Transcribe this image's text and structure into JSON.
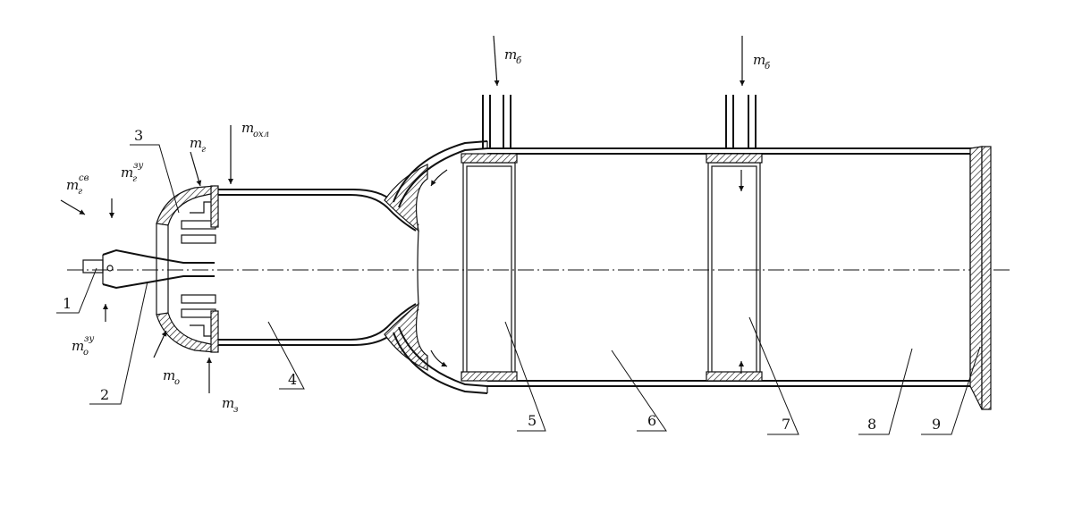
{
  "part_labels": {
    "p1": "1",
    "p2": "2",
    "p3": "3",
    "p4": "4",
    "p5": "5",
    "p6": "6",
    "p7": "7",
    "p8": "8",
    "p9": "9"
  },
  "flows": {
    "fuel_main": "m",
    "fuel_main_sub": "г",
    "fuel_sv": "m",
    "fuel_sv_sub": "г",
    "fuel_sv_sup": "св",
    "fuel_zu": "m",
    "fuel_zu_sub": "г",
    "fuel_zu_sup": "зу",
    "ox_zu": "m",
    "ox_zu_sub": "о",
    "ox_zu_sup": "зу",
    "ox_main": "m",
    "ox_main_sub": "о",
    "cool": "m",
    "cool_sub": "охл",
    "ms": "m",
    "ms_sub": "з",
    "ballast1": "m",
    "ballast1_sub": "б",
    "ballast2": "m",
    "ballast2_sub": "б"
  }
}
